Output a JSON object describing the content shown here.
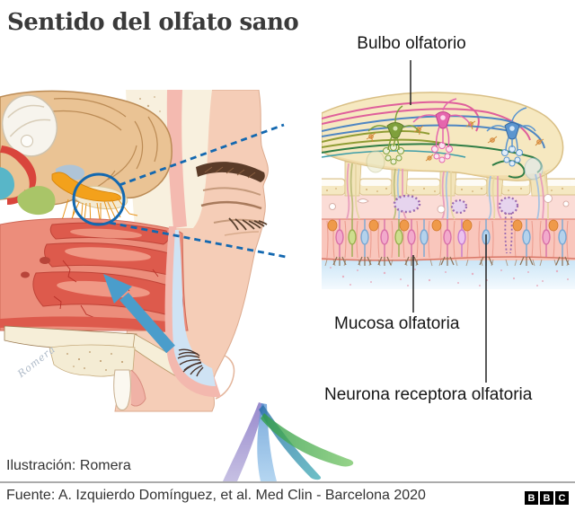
{
  "title": "Sentido del olfato sano",
  "annotations": {
    "bulbo": "Bulbo olfatorio",
    "mucosa": "Mucosa olfatoria",
    "neurona": "Neurona receptora olfatoria"
  },
  "watermark": "Romera",
  "footer": {
    "credit": "Ilustración: Romera",
    "source": "Fuente: A. Izquierdo Domínguez, et al. Med Clin - Barcelona 2020"
  },
  "logo": {
    "name": "BBC",
    "letters": [
      "B",
      "B",
      "C"
    ]
  },
  "colors": {
    "annotation_blue": "#1368b0",
    "arrow_blue": "#4a9dcb",
    "leader_line": "#222222",
    "title_text": "#3a3a3a",
    "logo_background": "#000000"
  }
}
